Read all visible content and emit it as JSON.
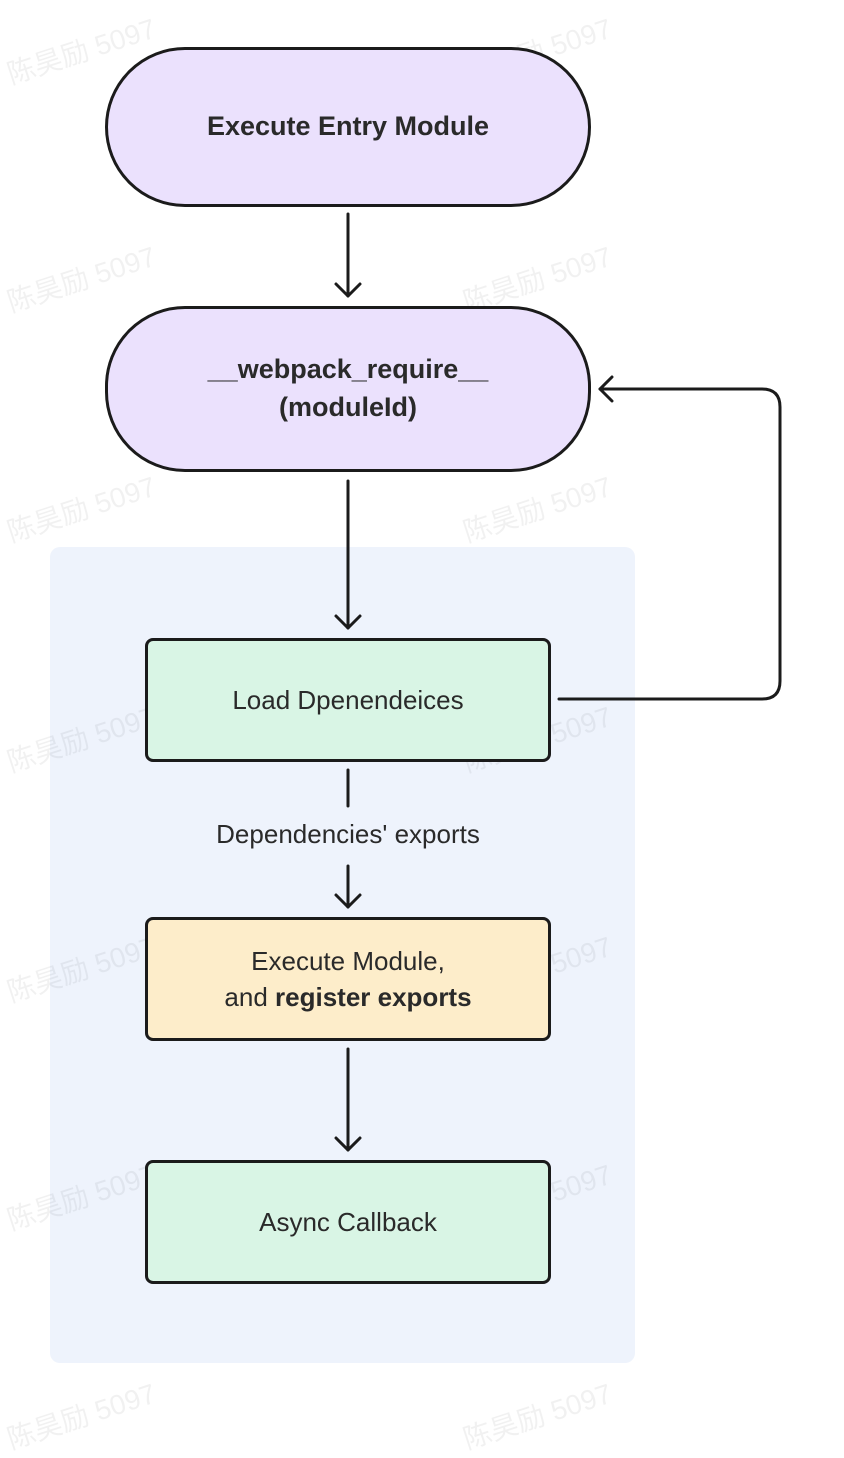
{
  "nodes": {
    "entry": {
      "label": "Execute Entry Module"
    },
    "require": {
      "line1": "__webpack_require__",
      "line2": "(moduleId)"
    },
    "load": {
      "label": "Load Dpenendeices"
    },
    "execute": {
      "line1": "Execute Module,",
      "line2_prefix": "and ",
      "line2_bold": "register exports"
    },
    "async": {
      "label": "Async Callback"
    }
  },
  "edges": {
    "load_to_execute_label": "Dependencies' exports"
  },
  "watermark": {
    "text": "陈昊励 5097"
  },
  "colors": {
    "pill_fill": "#ebe1fd",
    "green_fill": "#d9f5e5",
    "yellow_fill": "#fdedca",
    "group_fill": "#eef3fc",
    "stroke": "#1b1b1b"
  }
}
